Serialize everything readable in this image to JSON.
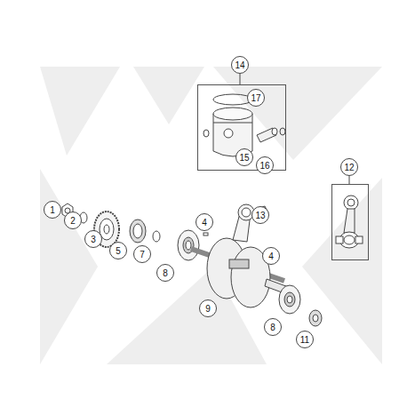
{
  "diagram": {
    "nodes": [
      {
        "text": [
          "14"
        ]
      },
      {
        "text": [
          "12"
        ]
      }
    ],
    "labels": [
      "17",
      "15",
      "16",
      "1",
      "2",
      "3",
      "4",
      "13",
      "5",
      "7",
      "8",
      "9",
      "4",
      "8",
      "11"
    ]
  }
}
